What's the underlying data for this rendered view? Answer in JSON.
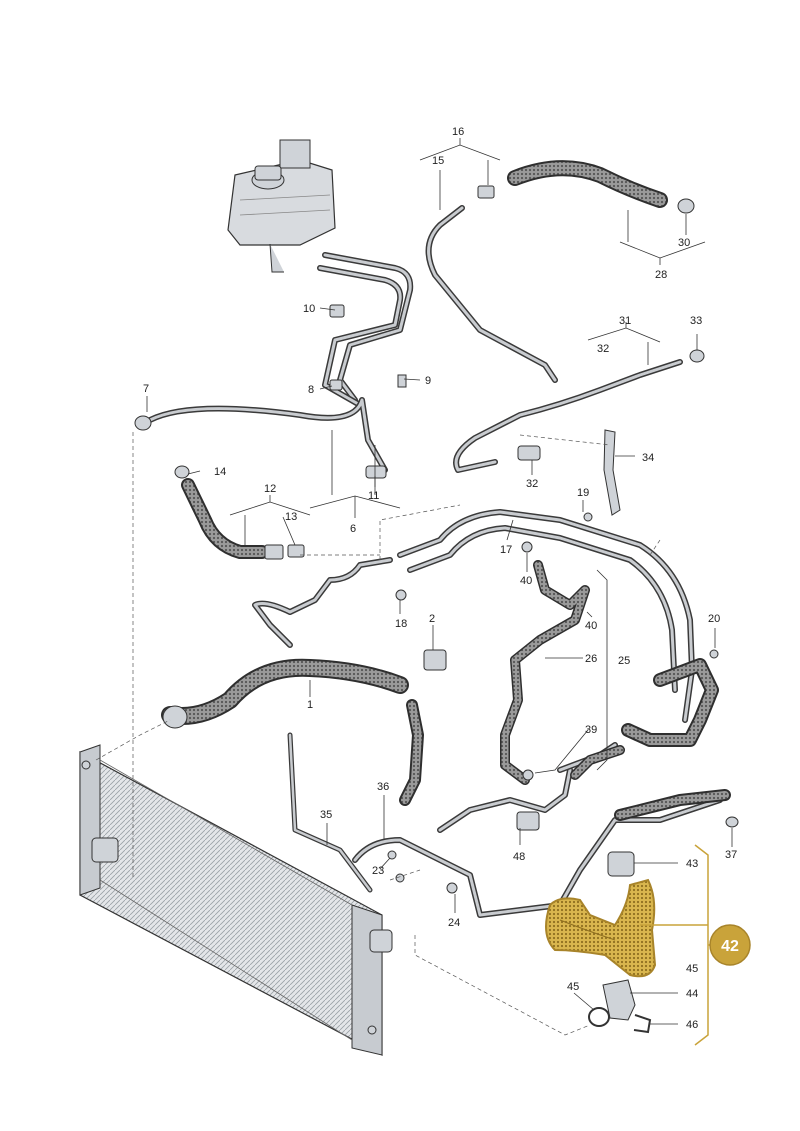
{
  "colors": {
    "highlight": "#c9a33a",
    "highlight_dark": "#a8842a",
    "line": "#333333",
    "metal": "#cfd3d8"
  },
  "labels": {
    "l1": "1",
    "l2": "2",
    "l6": "6",
    "l7": "7",
    "l8": "8",
    "l9": "9",
    "l10": "10",
    "l11": "11",
    "l12": "12",
    "l13": "13",
    "l14": "14",
    "l15": "15",
    "l16": "16",
    "l17": "17",
    "l18": "18",
    "l19": "19",
    "l20": "20",
    "l23": "23",
    "l24": "24",
    "l25": "25",
    "l26": "26",
    "l28": "28",
    "l30": "30",
    "l31": "31",
    "l32a": "32",
    "l32b": "32",
    "l33": "33",
    "l34": "34",
    "l35": "35",
    "l36": "36",
    "l37": "37",
    "l39": "39",
    "l40a": "40",
    "l40b": "40",
    "l42": "42",
    "l43": "43",
    "l44": "44",
    "l45a": "45",
    "l45b": "45",
    "l46": "46",
    "l48": "48"
  }
}
